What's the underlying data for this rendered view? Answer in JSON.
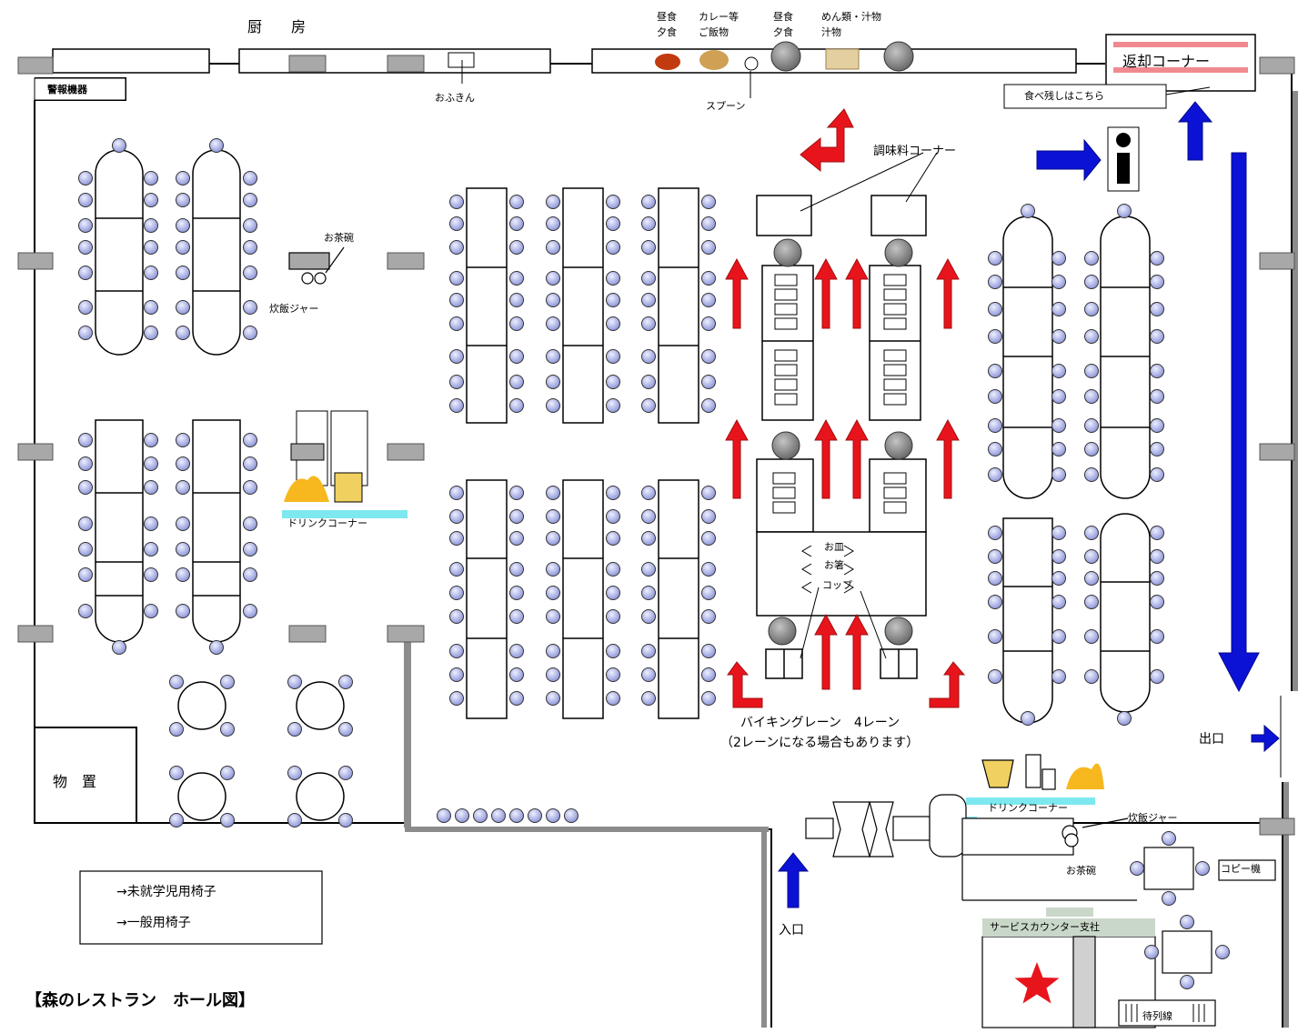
{
  "title": "【森のレストラン　ホール図】",
  "labels": {
    "kitchen": "厨　　房",
    "alarm": "警報機器",
    "storage": "物　置",
    "return_corner": "返却コーナー",
    "leftovers": "食べ残しはこちら",
    "napkin": "おふきん",
    "spoon": "スプーン",
    "teacup_left": "お茶碗",
    "rice_jar_left": "炊飯ジャー",
    "seasoning": "調味料コーナー",
    "drink_left": "ドリンクコーナー",
    "plate": "お皿",
    "chopsticks": "お箸",
    "cup": "コップ",
    "lane_line1": "バイキングレーン　4レーン",
    "lane_line2": "（2レーンになる場合もあります）",
    "drink_right": "ドリンクコーナー",
    "rice_jar_right": "炊飯ジャー",
    "teacup_right": "お茶碗",
    "copier": "コピー機",
    "service_counter": "サービスカウンター支社",
    "queue_line": "待列線",
    "entrance": "入口",
    "exit": "出口"
  },
  "menu_labels": [
    {
      "line1": "昼食",
      "line2": "夕食"
    },
    {
      "line1": "カレー等",
      "line2": "ご飯物"
    },
    {
      "line1": "昼食",
      "line2": "夕食"
    },
    {
      "line1": "めん類・汁物",
      "line2": "汁物"
    }
  ],
  "legend": {
    "kids_chair": "→未就学児用椅子",
    "general_chair": "→一般用椅子"
  },
  "colors": {
    "arrow_red": "#e8141c",
    "arrow_blue": "#0b12d6",
    "chair_fill": "#b8bde6",
    "wall": "#8c8c8c",
    "drink_bar": "#7de8ef",
    "star": "#e8141c"
  }
}
